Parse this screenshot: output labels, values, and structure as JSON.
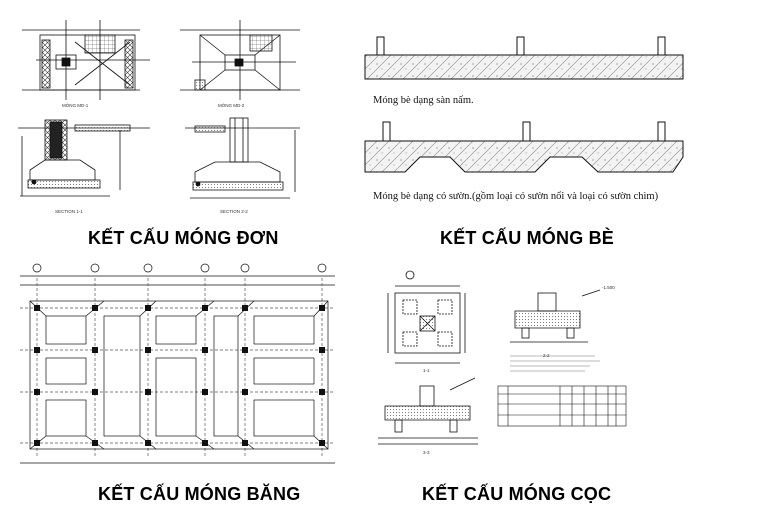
{
  "panels": {
    "mong_don": {
      "title": "KẾT CẤU MÓNG ĐƠN",
      "plan_labels": [
        "MÓNG MD-1",
        "MÓNG MD-2"
      ],
      "section_labels": [
        "SECTION 1-1",
        "SECTION 2-2"
      ]
    },
    "mong_be": {
      "title": "KẾT CẤU MÓNG BÈ",
      "captions": [
        "Móng bè dạng sàn nấm.",
        "Móng bè dạng có sườn.(gồm loại có sườn nổi và loại có sườn chìm)"
      ]
    },
    "mong_bang": {
      "title": "KẾT CẤU MÓNG BĂNG"
    },
    "mong_coc": {
      "title": "KẾT CẤU MÓNG CỌC",
      "section_labels": [
        "1-1",
        "2-2",
        "3-3"
      ],
      "level_label": "-1.500"
    }
  },
  "colors": {
    "line": "#111111",
    "hatch": "#555555",
    "background": "#ffffff"
  }
}
